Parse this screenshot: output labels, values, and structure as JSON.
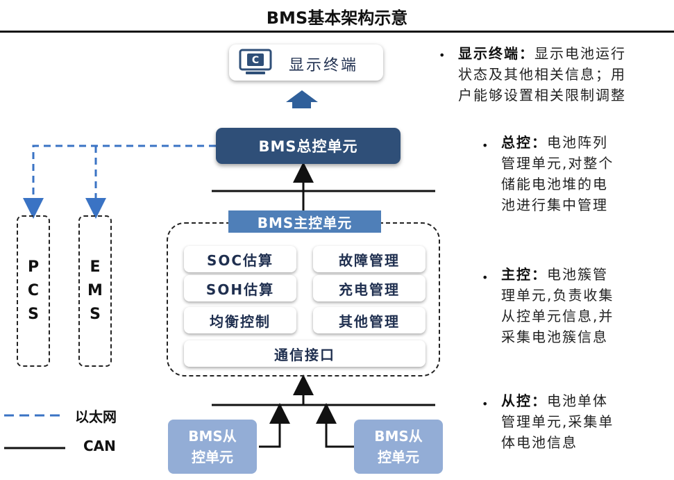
{
  "title": "BMS基本架构示意",
  "display": {
    "label": "显示终端",
    "icon_glyph": "C"
  },
  "total_control": {
    "label": "BMS总控单元"
  },
  "master_control": {
    "label": "BMS主控单元",
    "functions": {
      "soc": "SOC估算",
      "fault": "故障管理",
      "soh": "SOH估算",
      "charge": "充电管理",
      "balance": "均衡控制",
      "other": "其他管理",
      "comm": "通信接口"
    }
  },
  "pcs": {
    "letters": [
      "P",
      "C",
      "S"
    ]
  },
  "ems": {
    "letters": [
      "E",
      "M",
      "S"
    ]
  },
  "slaves": [
    {
      "line1": "BMS从",
      "line2": "控单元"
    },
    {
      "line1": "BMS从",
      "line2": "控单元"
    }
  ],
  "legend": {
    "ethernet": "以太网",
    "can": "CAN"
  },
  "descriptions": [
    {
      "head": "显示终端：",
      "lines": [
        "显示电池运行",
        "状态及其他相关信息；用",
        "户能够设置相关限制调整"
      ]
    },
    {
      "head": "总控：",
      "lines": [
        "电池阵列",
        "管理单元,对整个",
        "储能电池堆的电",
        "池进行集中管理"
      ]
    },
    {
      "head": "主控：",
      "lines": [
        "电池簇管",
        "理单元,负责收集",
        "从控单元信息,并",
        "采集电池簇信息"
      ]
    },
    {
      "head": "从控：",
      "lines": [
        "电池单体",
        "管理单元,采集单",
        "体电池信息"
      ]
    }
  ],
  "colors": {
    "total_box": "#2f4f78",
    "master_label": "#4f7fb8",
    "slave_box": "#93add6",
    "ethernet_line": "#3a73c4",
    "arrow": "#2f5f9a"
  }
}
